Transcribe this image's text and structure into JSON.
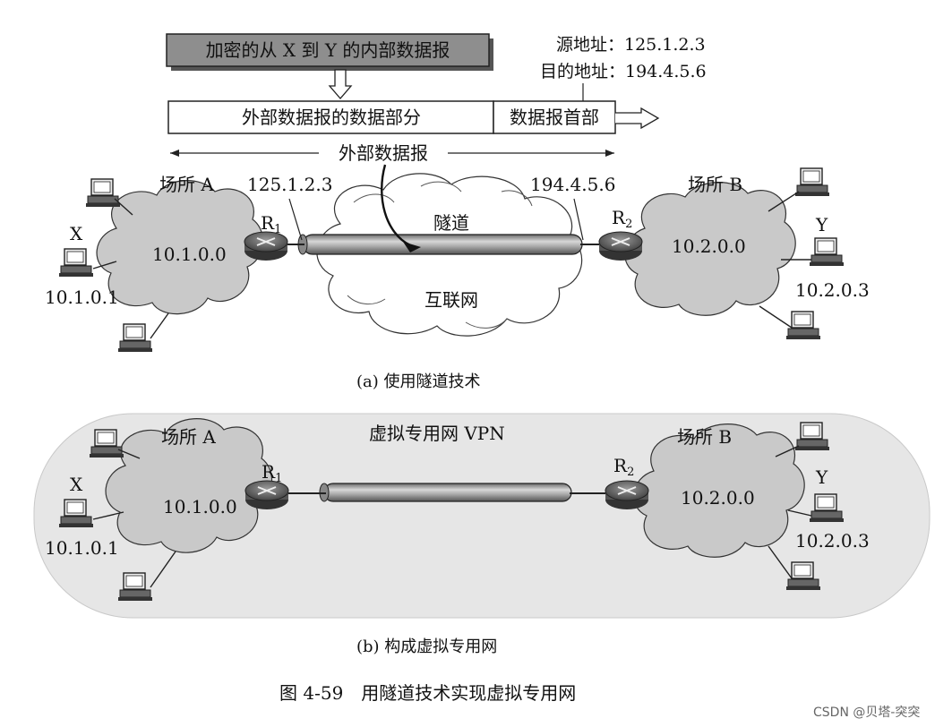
{
  "top": {
    "encrypted_label": "加密的从 X 到 Y 的内部数据报",
    "src_addr": "源地址：125.1.2.3",
    "dst_addr": "目的地址：194.4.5.6",
    "outer_data_part": "外部数据报的数据部分",
    "outer_header": "数据报首部",
    "outer_datagram": "外部数据报"
  },
  "diagram_a": {
    "site_a": "场所 A",
    "site_b": "场所 B",
    "net_a": "10.1.0.0",
    "net_b": "10.2.0.0",
    "host_x": "X",
    "host_x_ip": "10.1.0.1",
    "host_y": "Y",
    "host_y_ip": "10.2.0.3",
    "r1_ip": "125.1.2.3",
    "r2_ip": "194.4.5.6",
    "router1": "R",
    "router1_sub": "1",
    "router2": "R",
    "router2_sub": "2",
    "tunnel": "隧道",
    "internet": "互联网",
    "caption": "(a) 使用隧道技术"
  },
  "diagram_b": {
    "vpn": "虚拟专用网 VPN",
    "site_a": "场所 A",
    "site_b": "场所 B",
    "net_a": "10.1.0.0",
    "net_b": "10.2.0.0",
    "host_x": "X",
    "host_x_ip": "10.1.0.1",
    "host_y": "Y",
    "host_y_ip": "10.2.0.3",
    "router1": "R",
    "router1_sub": "1",
    "router2": "R",
    "router2_sub": "2",
    "caption": "(b) 构成虚拟专用网"
  },
  "figure_caption": "图 4-59　用隧道技术实现虚拟专用网",
  "watermark": "CSDN @贝塔-突突",
  "colors": {
    "cloud": "#c9c9c9",
    "vpn_bg": "#e6e6e6",
    "pipe": "#9a9a9a",
    "box_dark": "#8e8e8e"
  }
}
